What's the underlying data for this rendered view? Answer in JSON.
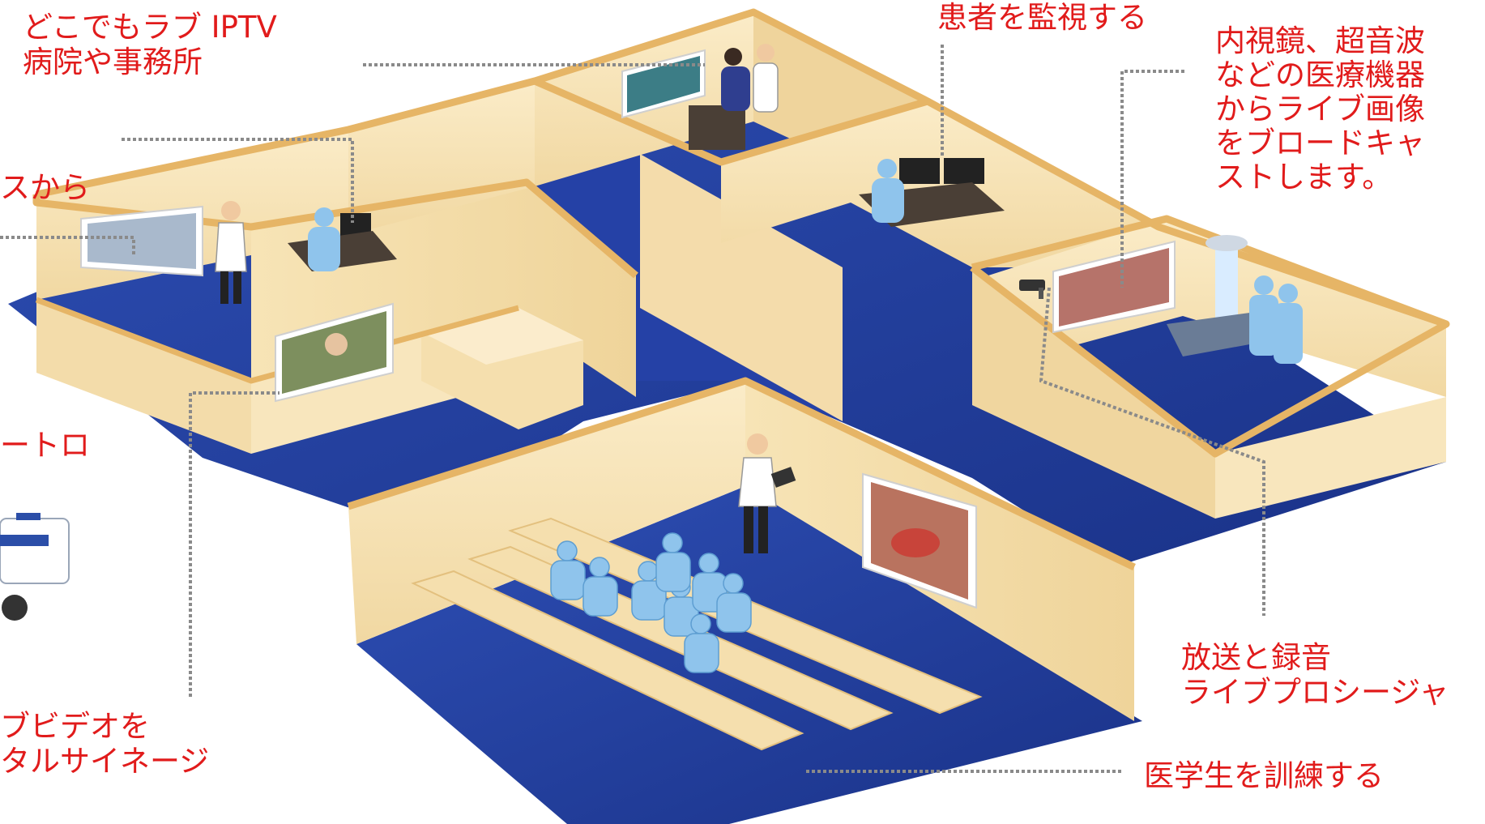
{
  "labels": {
    "iptv": {
      "lines": [
        "どこでもラブ IPTV",
        "病院や事務所"
      ]
    },
    "monitor": {
      "lines": [
        "患者を監視する"
      ]
    },
    "devices": {
      "lines": [
        "内視鏡、超音波",
        "などの医療機器",
        "からライブ画像",
        "をブロードキャ",
        "ストします。"
      ]
    },
    "from": {
      "lines": [
        "スから"
      ]
    },
    "toro": {
      "lines": [
        "ートロ"
      ]
    },
    "signage": {
      "lines": [
        "ブビデオを",
        "タルサイネージ"
      ]
    },
    "broadcast": {
      "lines": [
        "放送と録音",
        "ライブプロシージャ"
      ]
    },
    "train": {
      "lines": [
        "医学生を訓練する"
      ]
    }
  },
  "colors": {
    "label": "#e11b1b",
    "floor": "#1f3c9c",
    "wall": "#f6e2b4",
    "wall_top": "#e8b869",
    "leader": "#8a8a8a"
  }
}
